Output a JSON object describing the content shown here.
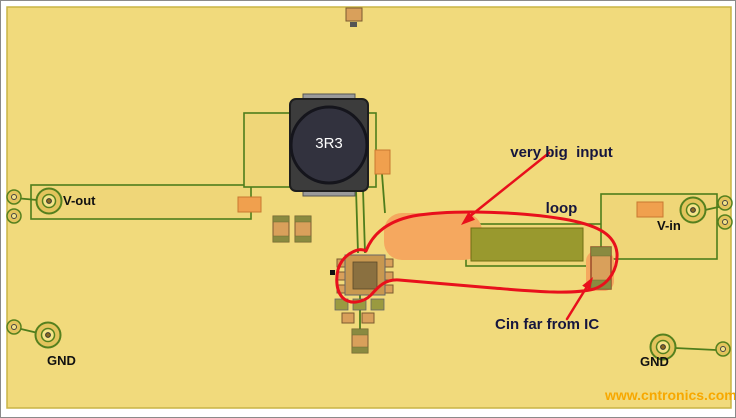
{
  "labels": {
    "inductor_value": "3R3",
    "vout": "V-out",
    "vin": "V-in",
    "gnd_left": "GND",
    "gnd_right": "GND"
  },
  "annotations": {
    "input_loop_line1": "very big  input",
    "input_loop_line2": "loop",
    "cin": "Cin far from IC"
  },
  "watermark": "www.cntronics.com",
  "colors": {
    "board": "#F1DA7C",
    "trace_outline": "#4E7D1C",
    "copper_olive": "#99992E",
    "highlight_orange": "#F5A85F",
    "annotation_red": "#E8101C",
    "annotation_text": "#16163E",
    "watermark": "#F7A800"
  }
}
